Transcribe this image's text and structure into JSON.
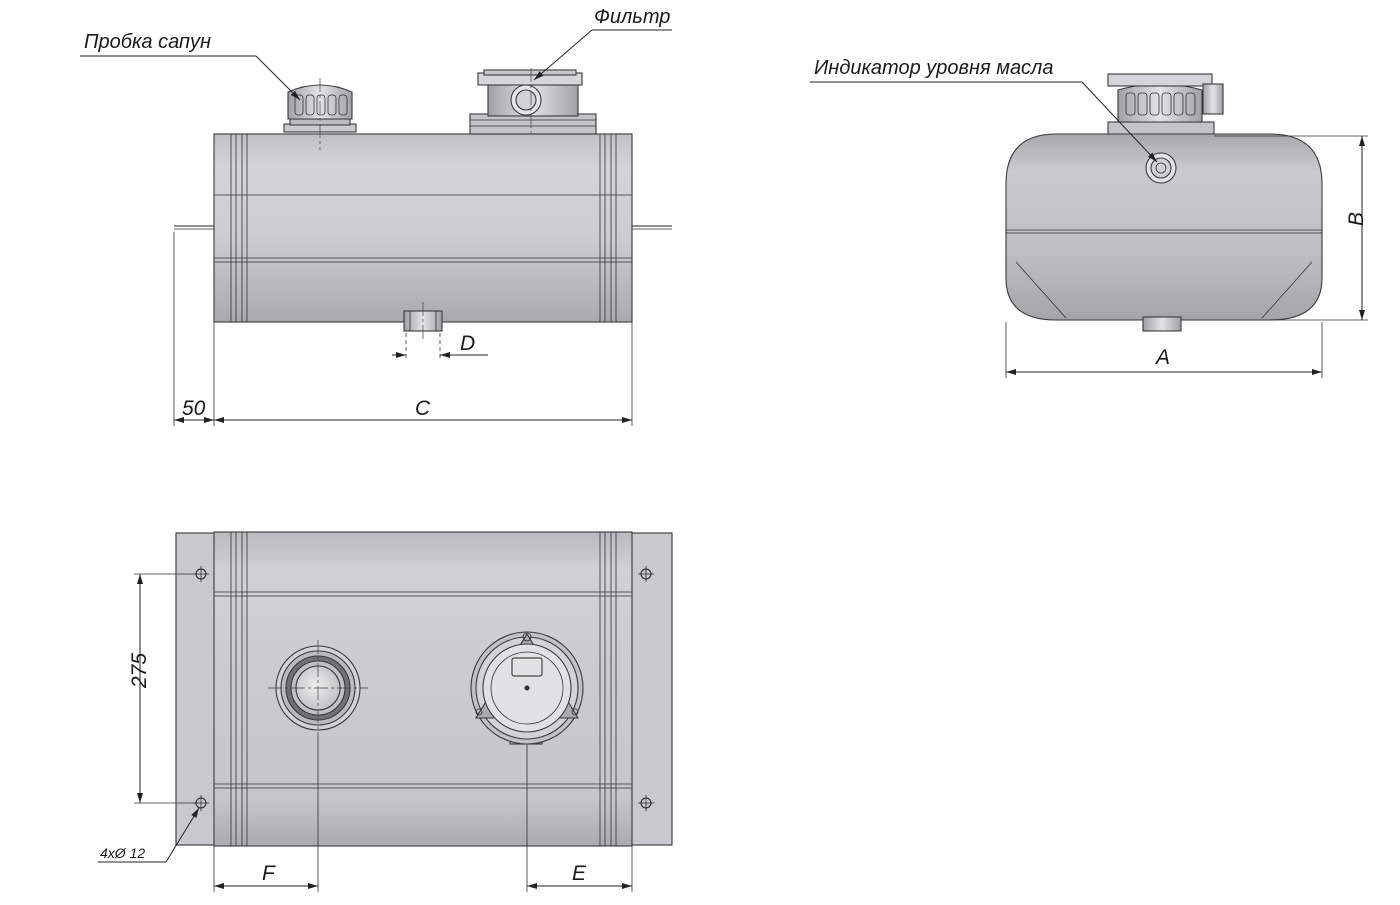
{
  "labels": {
    "breather_cap": "Пробка сапун",
    "filter": "Фильтр",
    "oil_level_indicator": "Индикатор уровня масла"
  },
  "dimensions": {
    "a": "A",
    "b": "B",
    "c": "C",
    "d": "D",
    "e": "E",
    "f": "F",
    "offset_50": "50",
    "spacing_275": "275",
    "holes": "4xØ 12"
  },
  "colors": {
    "tank_light": "#d2d3d6",
    "tank_mid": "#c2c4c8",
    "tank_dark": "#a9abaf",
    "line": "#222222"
  }
}
